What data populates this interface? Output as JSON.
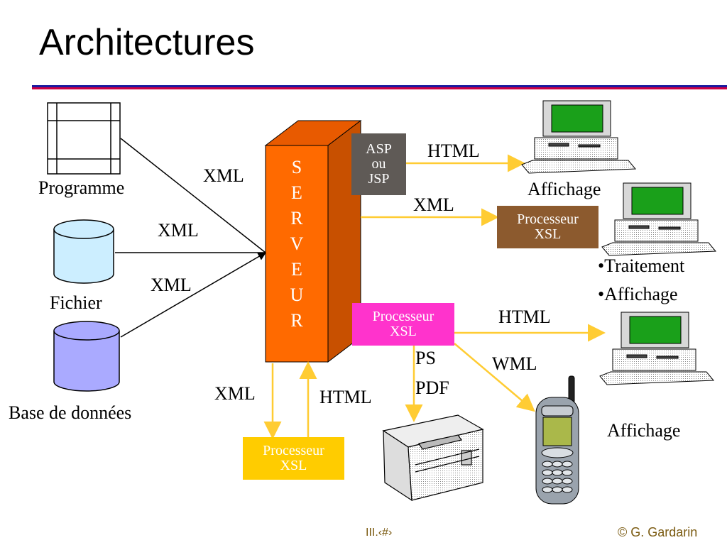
{
  "title": "Architectures",
  "sources": {
    "programme": "Programme",
    "fichier": "Fichier",
    "base": "Base de données"
  },
  "links": {
    "xml1": "XML",
    "xml2": "XML",
    "xml3": "XML"
  },
  "server": {
    "letters": [
      "S",
      "E",
      "R",
      "V",
      "E",
      "U",
      "R"
    ]
  },
  "asp_box": [
    "ASP",
    "ou",
    "JSP"
  ],
  "top_right": {
    "html": "HTML",
    "xml": "XML",
    "affichage1": "Affichage",
    "proc_line1": "Processeur",
    "proc_line2": "XSL",
    "traitement": "•Traitement",
    "affichage2": "•Affichage"
  },
  "middle": {
    "proc_line1": "Processeur",
    "proc_line2": "XSL",
    "html": "HTML",
    "wml": "WML",
    "ps": "PS",
    "pdf": "PDF",
    "affichage3": "Affichage"
  },
  "bottom": {
    "xml": "XML",
    "html": "HTML",
    "proc_line1": "Processeur",
    "proc_line2": "XSL"
  },
  "footer": {
    "page": "III.‹#›",
    "copyright": "© G. Gardarin"
  },
  "colors": {
    "server_front": "#ff6a00",
    "server_side": "#c85000",
    "asp_box": "#5f5a56",
    "proc_brown": "#8c5a2e",
    "proc_magenta": "#ff33cc",
    "proc_yellow": "#ffcc00",
    "arrow_yellow": "#ffcc33",
    "cylinder_light": "#cceeff",
    "cylinder_purple": "#aaaaff"
  },
  "icons": [
    "table-icon",
    "cylinder-icon",
    "computer-icon",
    "printer-icon",
    "mobile-phone-icon"
  ]
}
